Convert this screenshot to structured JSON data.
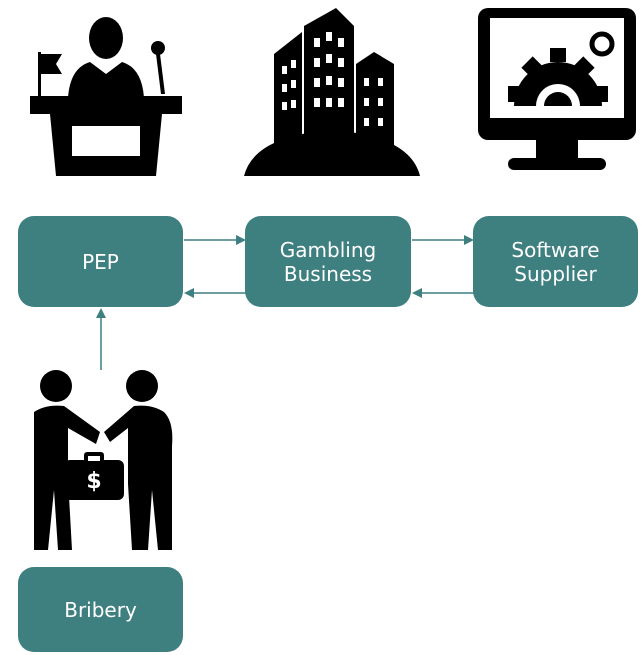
{
  "nodes": {
    "pep": {
      "label": "PEP"
    },
    "gambling": {
      "label": "Gambling\nBusiness"
    },
    "software": {
      "label": "Software\nSupplier"
    },
    "bribery": {
      "label": "Bribery"
    }
  },
  "edges": [
    {
      "from": "PEP",
      "to": "Gambling Business"
    },
    {
      "from": "Gambling Business",
      "to": "PEP"
    },
    {
      "from": "Gambling Business",
      "to": "Software Supplier"
    },
    {
      "from": "Software Supplier",
      "to": "Gambling Business"
    },
    {
      "from": "Bribery",
      "to": "PEP"
    }
  ],
  "icons": [
    "politician-podium-icon",
    "city-buildings-icon",
    "computer-gear-icon",
    "handshake-bribe-icon"
  ],
  "colors": {
    "box": "#3e7f80",
    "box_text": "#ffffff",
    "icon": "#000000",
    "arrow": "#3e7f80"
  }
}
